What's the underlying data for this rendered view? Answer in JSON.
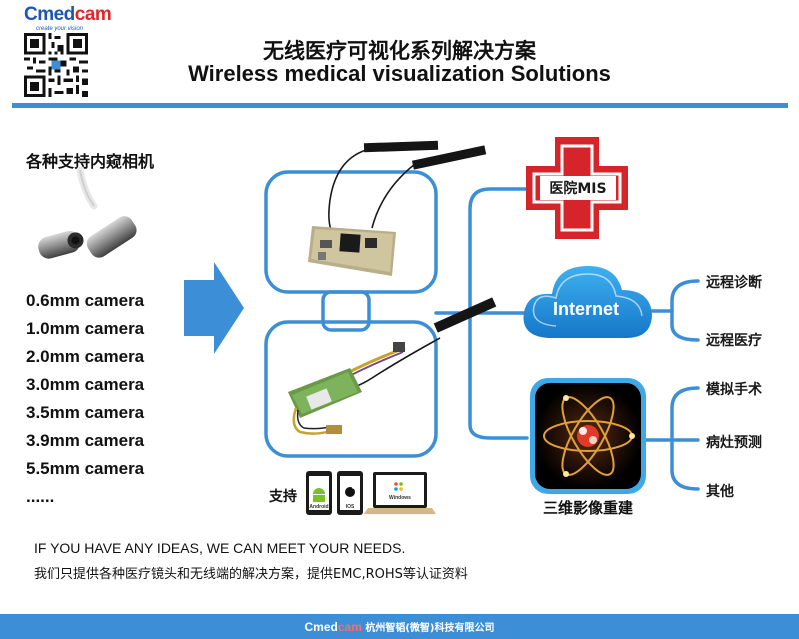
{
  "brand": {
    "logo_part1": "Cmed",
    "logo_part2": "cam",
    "tagline": "create your vision",
    "accent_color": "#3c8fd6",
    "logo_blue": "#1b57b3",
    "logo_red": "#e0262a"
  },
  "header": {
    "title_cn": "无线医疗可视化系列解决方案",
    "title_en": "Wireless medical visualization Solutions"
  },
  "cameras": {
    "heading": "各种支持内窥相机",
    "items": [
      "0.6mm camera",
      "1.0mm camera",
      "2.0mm camera",
      "3.0mm camera",
      "3.5mm camera",
      "3.9mm camera",
      "5.5mm camera",
      "......"
    ]
  },
  "outputs": {
    "mis": "医院MIS",
    "internet": {
      "label": "Internet",
      "branches": [
        "远程诊断",
        "远程医疗"
      ]
    },
    "reconstruction": {
      "label": "三维影像重建",
      "branches": [
        "模拟手术",
        "病灶预测",
        "其他"
      ]
    }
  },
  "support": {
    "label": "支持",
    "platforms": [
      "Android",
      "IOS",
      "Windows"
    ]
  },
  "footer": {
    "line_en": "IF YOU HAVE ANY IDEAS, WE CAN MEET YOUR NEEDS.",
    "line_cn": "我们只提供各种医疗镜头和无线端的解决方案，提供EMC,ROHS等认证资料",
    "company": "杭州智韬(微智)科技有限公司"
  }
}
